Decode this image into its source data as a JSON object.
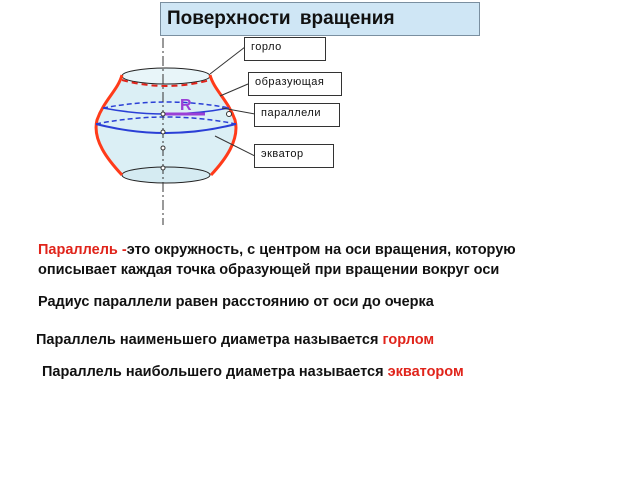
{
  "title": "Поверхности  вращения",
  "labels": {
    "neck": "горло",
    "generatrix": "образующая",
    "parallels": "параллели",
    "equator": "экватор",
    "radius": "R"
  },
  "lines": {
    "l1_red": "Параллель -",
    "l1_rest": "это окружность, с центром на оси вращения, которую",
    "l2": "описывает каждая точка образующей при вращении вокруг оси",
    "l3": "Радиус параллели равен расстоянию от оси до очерка",
    "l4_pre": "Параллель наименьшего диаметра называется ",
    "l4_red": "горлом",
    "l5_pre": "Параллель наибольшего диаметра называется ",
    "l5_red": "экватором"
  },
  "colors": {
    "outline": "#ff3b1a",
    "parallel": "#2a3fd6",
    "body_fill": "#dbeff5",
    "radius": "#9a3fd6",
    "accent_red": "#e0241b"
  }
}
